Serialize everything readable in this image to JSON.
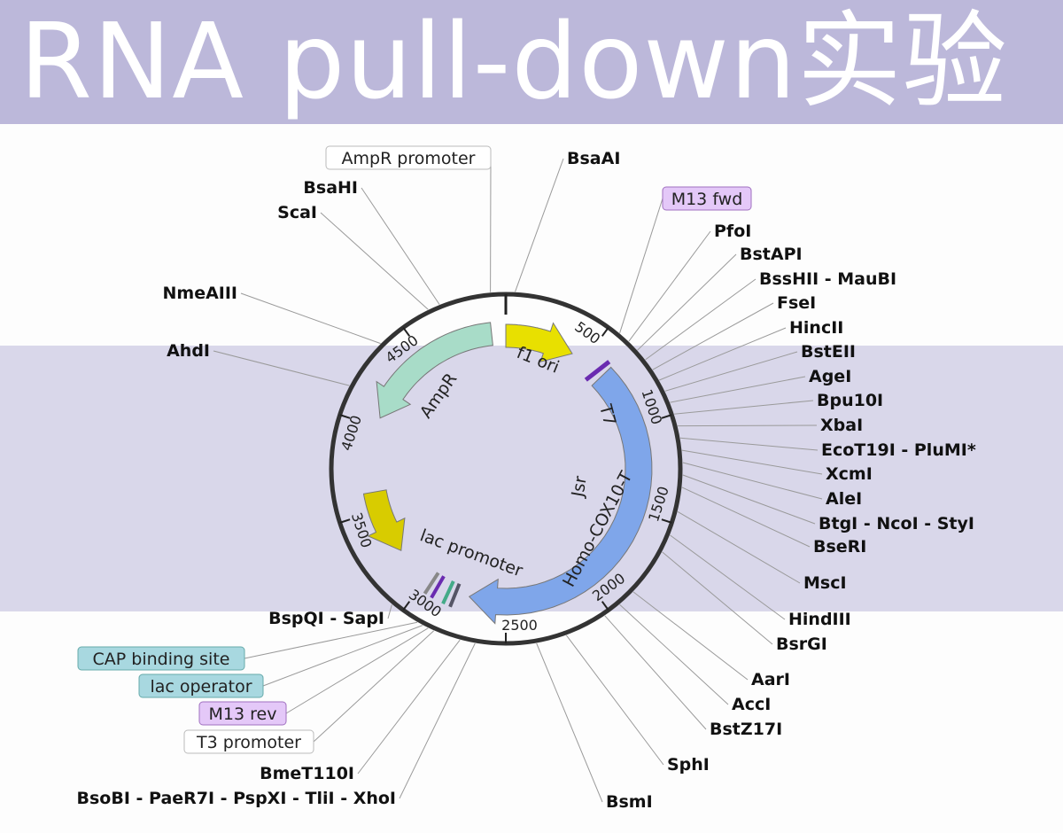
{
  "banner_title": "RNA pull-down实验",
  "features": {
    "f1_ori": "f1 ori",
    "ampr": "AmpR",
    "lac_promoter": "lac promoter",
    "t7": "T7",
    "homo_cox": "Homo-COX10-T",
    "jsr": "Jsr"
  },
  "feature_colors": {
    "f1_ori": "#e8e000",
    "ampr": "#a8dcc8",
    "lac": "#d8cc00",
    "homo": "#7fa6ea",
    "t7_mark": "#6a2bb0"
  },
  "ticks": [
    "500",
    "1000",
    "1500",
    "2000",
    "2500",
    "3000",
    "3500",
    "4000",
    "4500"
  ],
  "boxed_labels": {
    "ampr_promoter": "AmpR promoter",
    "m13_fwd": "M13 fwd",
    "cap_binding_site": "CAP binding site",
    "lac_operator": "lac operator",
    "m13_rev": "M13 rev",
    "t3_promoter": "T3 promoter"
  },
  "right_sites": [
    "BsaAI",
    "PfoI",
    "BstAPI",
    "BssHII - MauBI",
    "FseI",
    "HincII",
    "BstEII",
    "AgeI",
    "Bpu10I",
    "XbaI",
    "EcoT19I - PluMI*",
    "XcmI",
    "AleI",
    "BtgI - NcoI - StyI",
    "BseRI",
    "MscI",
    "HindIII",
    "BsrGI",
    "AarI",
    "AccI",
    "BstZ17I",
    "SphI",
    "BsmI"
  ],
  "left_sites": [
    "BsaHI",
    "ScaI",
    "NmeAIII",
    "AhdI",
    "BspQI - SapI",
    "BmeT110I",
    "BsoBI - PaeR7I - PspXI - TliI - XhoI"
  ]
}
